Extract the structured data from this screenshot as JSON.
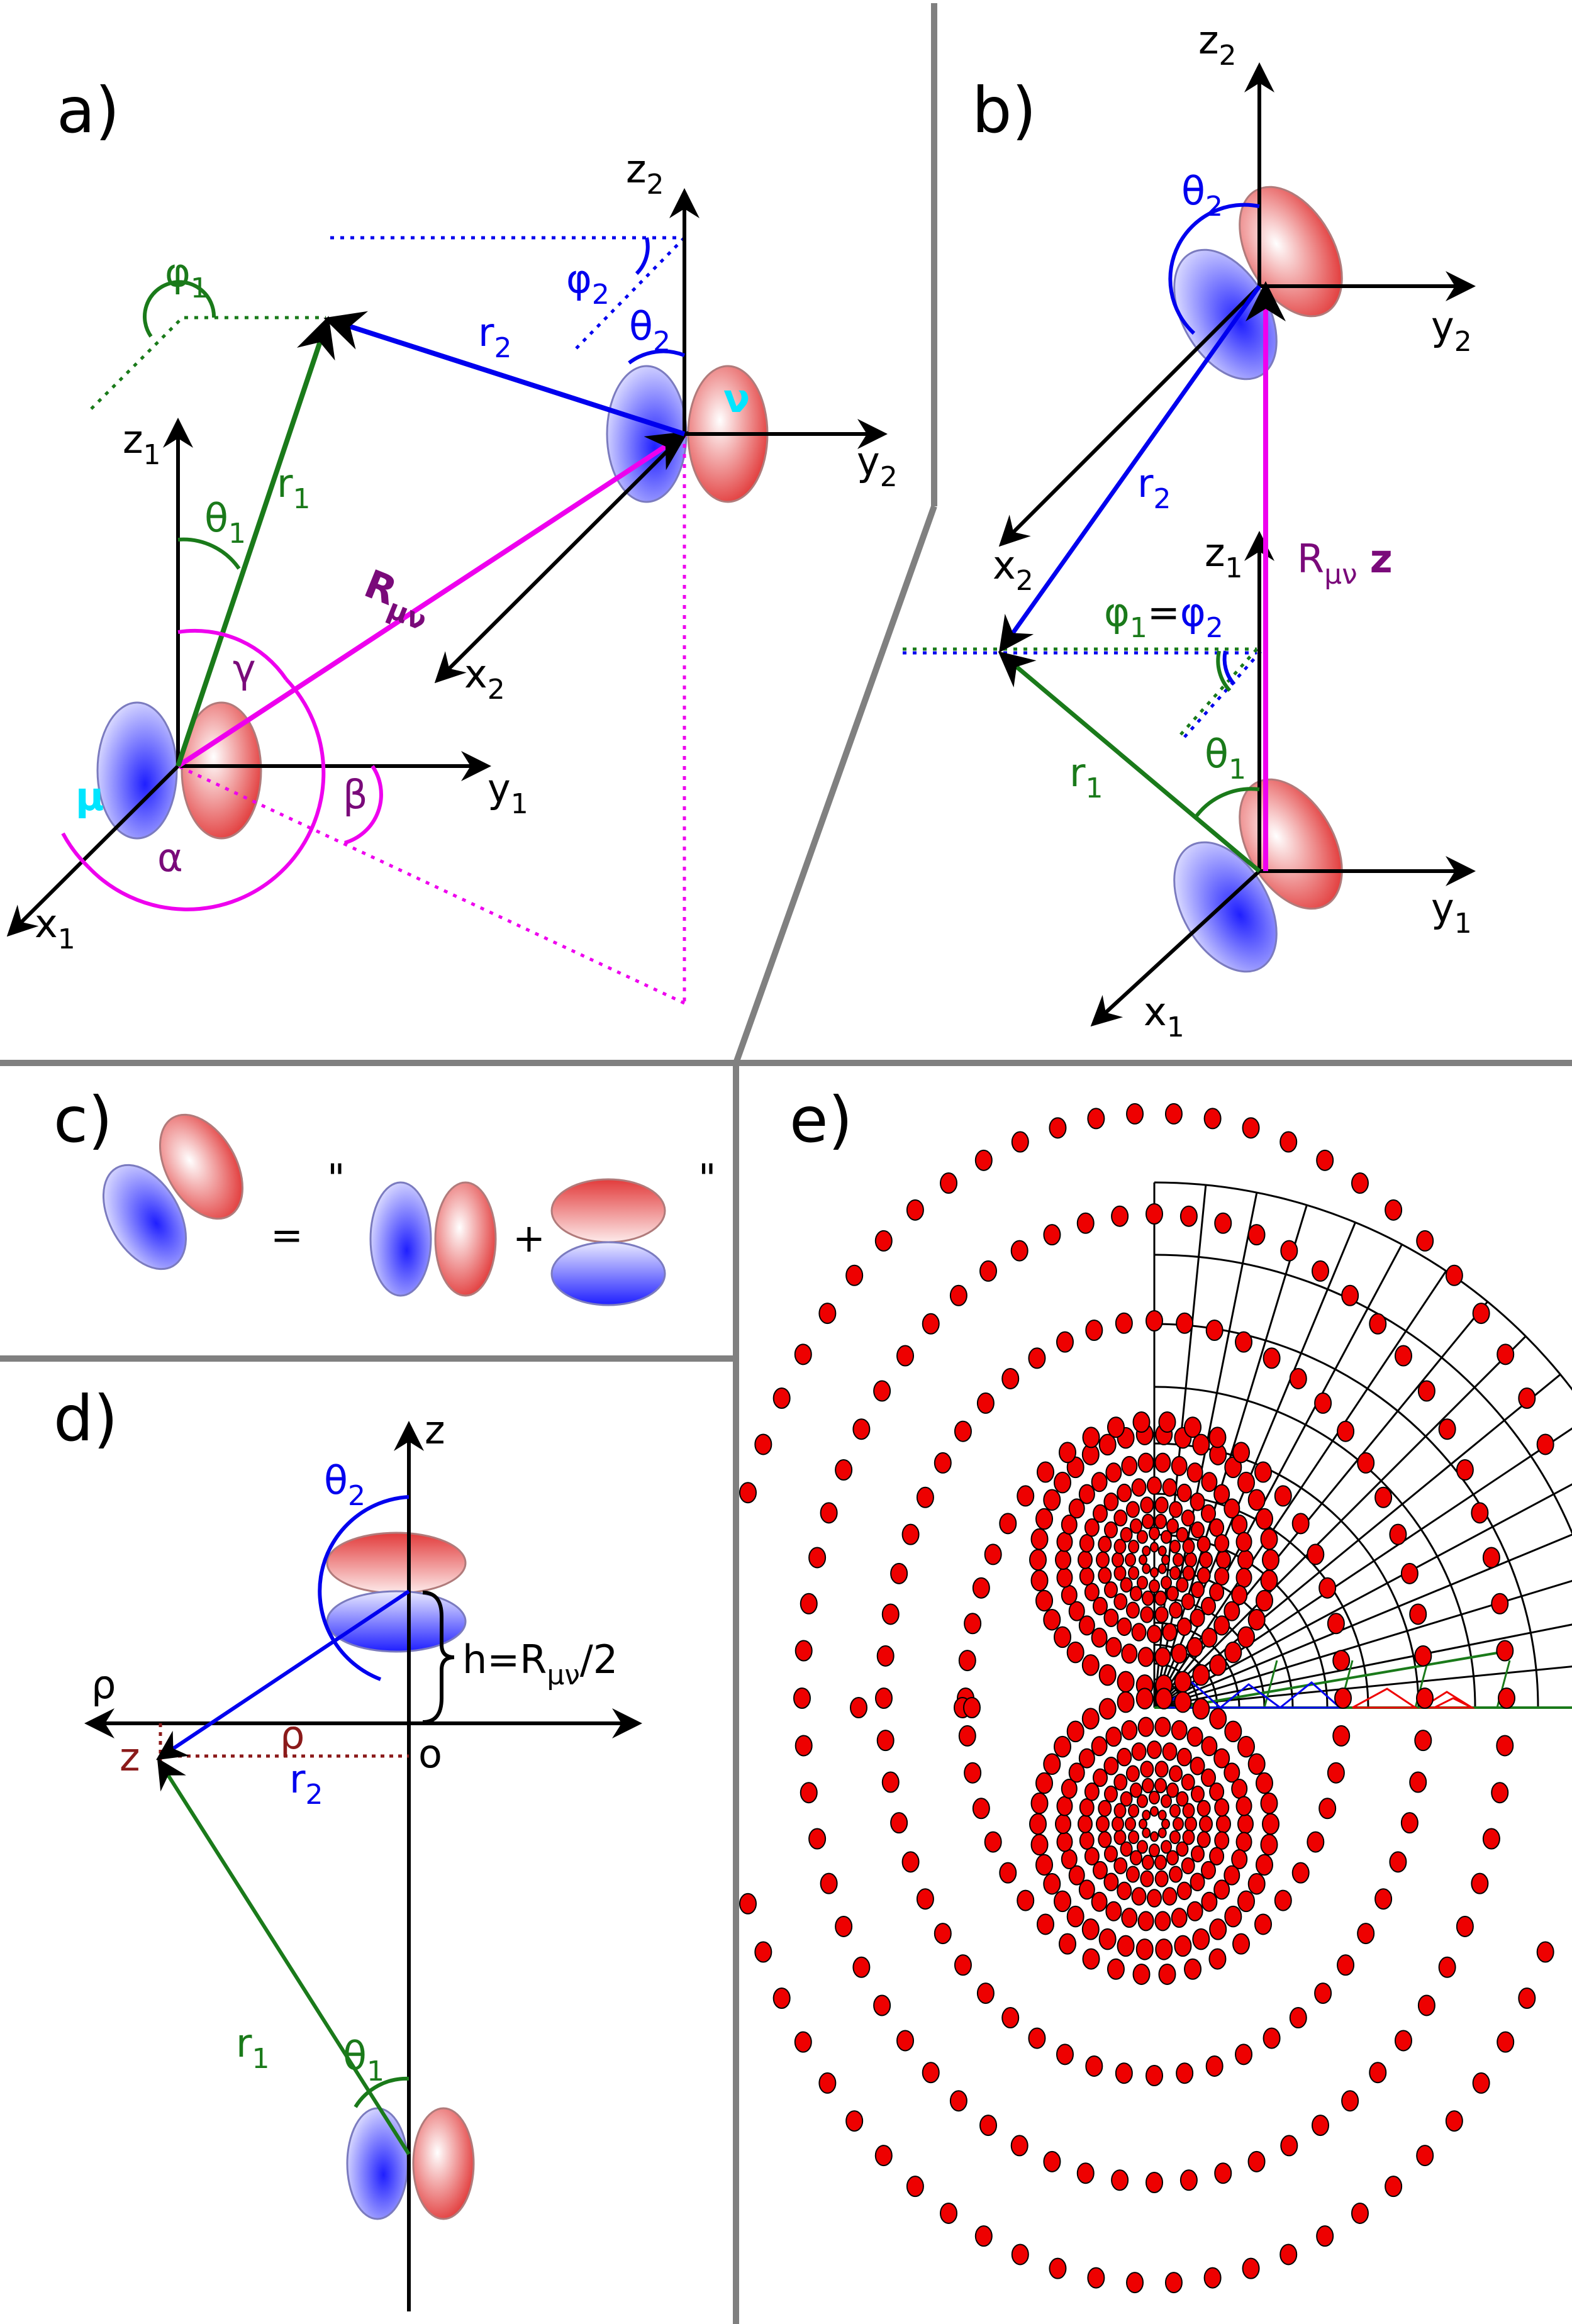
{
  "panels": {
    "a": {
      "label": "a)",
      "axes1": {
        "x": "x",
        "x_sub": "1",
        "y": "y",
        "y_sub": "1",
        "z": "z",
        "z_sub": "1"
      },
      "axes2": {
        "x": "x",
        "x_sub": "2",
        "y": "y",
        "y_sub": "2",
        "z": "z",
        "z_sub": "2"
      },
      "r1": "r",
      "r1_sub": "1",
      "r2": "r",
      "r2_sub": "2",
      "theta1": "θ",
      "theta1_sub": "1",
      "theta2": "θ",
      "theta2_sub": "2",
      "phi1": "φ",
      "phi1_sub": "1",
      "phi2": "φ",
      "phi2_sub": "2",
      "R": "R",
      "R_sub": "μν",
      "mu": "μ",
      "nu": "ν",
      "alpha": "α",
      "beta": "β",
      "gamma": "γ"
    },
    "b": {
      "label": "b)",
      "axes1": {
        "x": "x",
        "x_sub": "1",
        "y": "y",
        "y_sub": "1",
        "z": "z",
        "z_sub": "1"
      },
      "axes2": {
        "x": "x",
        "x_sub": "2",
        "y": "y",
        "y_sub": "2",
        "z": "z",
        "z_sub": "2"
      },
      "r1": "r",
      "r1_sub": "1",
      "r2": "r",
      "r2_sub": "2",
      "theta1": "θ",
      "theta1_sub": "1",
      "theta2": "θ",
      "theta2_sub": "2",
      "phi1": "φ",
      "phi1_sub": "1",
      "equals": "=",
      "phi2": "φ",
      "phi2_sub": "2",
      "R": "R",
      "R_sub": "μν",
      "z_bold": "z"
    },
    "c": {
      "label": "c)",
      "equals": "=",
      "plus": "+",
      "quote": "\""
    },
    "d": {
      "label": "d)",
      "z_axis": "z",
      "rho_axis": "ρ",
      "origin": "o",
      "rho_point": "ρ",
      "z_point": "z",
      "r1": "r",
      "r1_sub": "1",
      "r2": "r",
      "r2_sub": "2",
      "theta1": "θ",
      "theta1_sub": "1",
      "theta2": "θ",
      "theta2_sub": "2",
      "h_label": "h=R",
      "h_sub": "μν",
      "h_tail": "/2"
    },
    "e": {
      "label": "e)"
    }
  },
  "colors": {
    "blue": "#0000ee",
    "green": "#1a7a1a",
    "magenta": "#ee00ee",
    "purple": "#7a0a7a",
    "cyan": "#00e5ff",
    "darkred": "#8b1a1a",
    "dot_red": "#ee0000",
    "divider": "#808080"
  }
}
